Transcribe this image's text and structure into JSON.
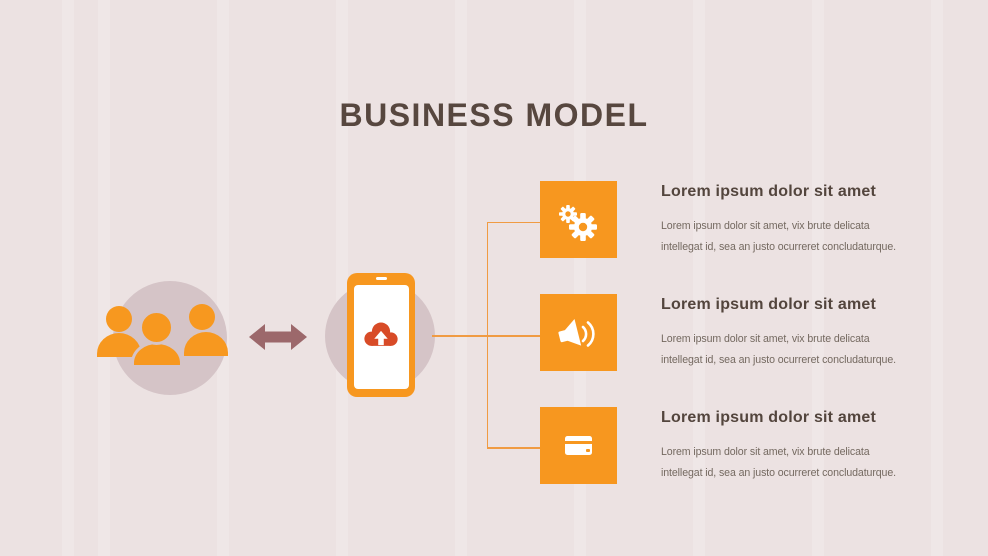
{
  "title": "BUSINESS MODEL",
  "colors": {
    "background": "#ece2e2",
    "accent_orange": "#f7971f",
    "cloud_red": "#d84b27",
    "arrow_mauve": "#9c686b",
    "circle_mauve": "#d5c4c7",
    "connector_orange": "#f09b43",
    "title_brown": "#57473f",
    "heading_brown": "#53453d",
    "body_gray_brown": "#746960"
  },
  "diagram": {
    "left_icon": "people-group-icon",
    "exchange_icon": "double-headed-arrow-icon",
    "device_icon": "smartphone-icon",
    "device_screen_icon": "cloud-upload-icon"
  },
  "features": [
    {
      "icon": "gears-icon",
      "heading": "Lorem ipsum dolor sit amet",
      "body_line1": "Lorem ipsum dolor sit amet, vix brute delicata",
      "body_line2": "intellegat id, sea an justo ocurreret concludaturque."
    },
    {
      "icon": "megaphone-icon",
      "heading": "Lorem ipsum dolor sit amet",
      "body_line1": "Lorem ipsum dolor sit amet, vix brute delicata",
      "body_line2": "intellegat id, sea an justo ocurreret concludaturque."
    },
    {
      "icon": "credit-card-icon",
      "heading": "Lorem ipsum dolor sit amet",
      "body_line1": "Lorem ipsum dolor sit amet, vix brute delicata",
      "body_line2": "intellegat id, sea an justo ocurreret concludaturque."
    }
  ]
}
